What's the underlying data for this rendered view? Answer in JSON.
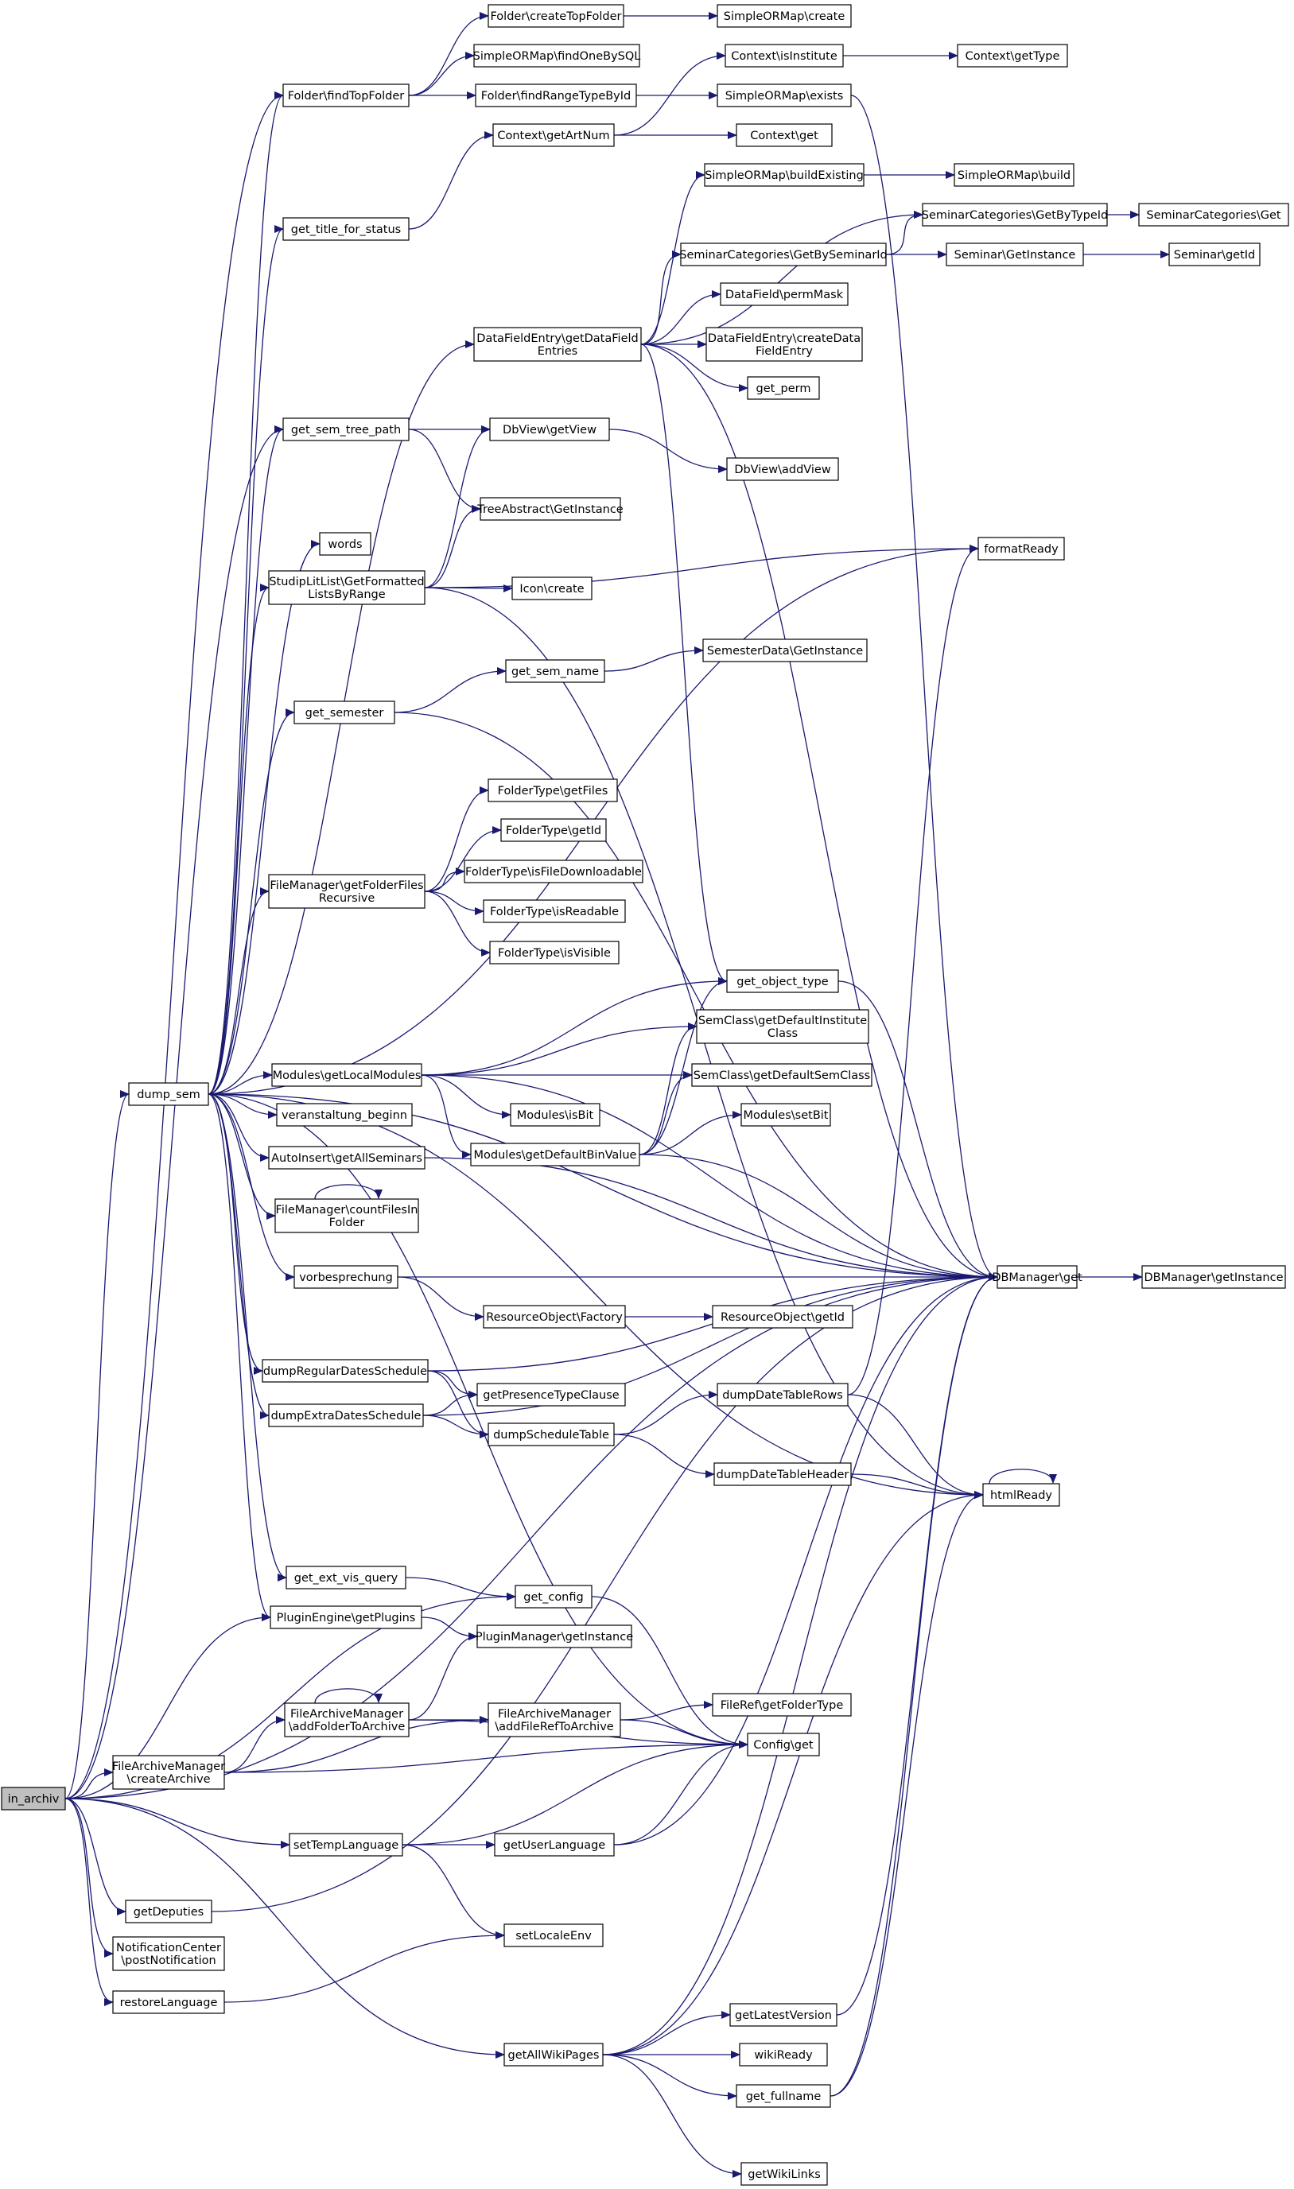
{
  "diagram": {
    "type": "call-graph",
    "root": "in_archiv",
    "nodes": [
      {
        "id": "in_archiv",
        "lines": [
          "in_archiv"
        ]
      },
      {
        "id": "dump_sem",
        "lines": [
          "dump_sem"
        ]
      },
      {
        "id": "FolderFindTop",
        "lines": [
          "Folder\\findTopFolder"
        ]
      },
      {
        "id": "FolderCreateTop",
        "lines": [
          "Folder\\createTopFolder"
        ]
      },
      {
        "id": "SORMcreate",
        "lines": [
          "SimpleORMap\\create"
        ]
      },
      {
        "id": "SORMfindOneBySQL",
        "lines": [
          "SimpleORMap\\findOneBySQL"
        ]
      },
      {
        "id": "FolderFindRange",
        "lines": [
          "Folder\\findRangeTypeById"
        ]
      },
      {
        "id": "SORMexists",
        "lines": [
          "SimpleORMap\\exists"
        ]
      },
      {
        "id": "CtxIsInstitute",
        "lines": [
          "Context\\isInstitute"
        ]
      },
      {
        "id": "CtxGetType",
        "lines": [
          "Context\\getType"
        ]
      },
      {
        "id": "CtxGetArtNum",
        "lines": [
          "Context\\getArtNum"
        ]
      },
      {
        "id": "CtxGet",
        "lines": [
          "Context\\get"
        ]
      },
      {
        "id": "getTitleForStatus",
        "lines": [
          "get_title_for_status"
        ]
      },
      {
        "id": "SORMbuildExisting",
        "lines": [
          "SimpleORMap\\buildExisting"
        ]
      },
      {
        "id": "SORMbuild",
        "lines": [
          "SimpleORMap\\build"
        ]
      },
      {
        "id": "SemCatGetByTypeId",
        "lines": [
          "SeminarCategories\\GetByTypeId"
        ]
      },
      {
        "id": "SemCatGet",
        "lines": [
          "SeminarCategories\\Get"
        ]
      },
      {
        "id": "SemCatGetBySeminarId",
        "lines": [
          "SeminarCategories\\GetBySeminarId"
        ]
      },
      {
        "id": "SeminarGetInstance",
        "lines": [
          "Seminar\\GetInstance"
        ]
      },
      {
        "id": "SeminarGetId",
        "lines": [
          "Seminar\\getId"
        ]
      },
      {
        "id": "DataFieldPermMask",
        "lines": [
          "DataField\\permMask"
        ]
      },
      {
        "id": "DFEgetDataFieldEntries",
        "lines": [
          "DataFieldEntry\\getDataField",
          "Entries"
        ]
      },
      {
        "id": "DFEcreateDataFieldEntry",
        "lines": [
          "DataFieldEntry\\createData",
          "FieldEntry"
        ]
      },
      {
        "id": "getPerm",
        "lines": [
          "get_perm"
        ]
      },
      {
        "id": "getSemTreePath",
        "lines": [
          "get_sem_tree_path"
        ]
      },
      {
        "id": "DbViewGetView",
        "lines": [
          "DbView\\getView"
        ]
      },
      {
        "id": "DbViewAddView",
        "lines": [
          "DbView\\addView"
        ]
      },
      {
        "id": "TreeAbstractGetInstance",
        "lines": [
          "TreeAbstract\\GetInstance"
        ]
      },
      {
        "id": "formatReady",
        "lines": [
          "formatReady"
        ]
      },
      {
        "id": "words",
        "lines": [
          "words"
        ]
      },
      {
        "id": "StudipLitList",
        "lines": [
          "StudipLitList\\GetFormatted",
          "ListsByRange"
        ]
      },
      {
        "id": "IconCreate",
        "lines": [
          "Icon\\create"
        ]
      },
      {
        "id": "SemesterDataGetInstance",
        "lines": [
          "SemesterData\\GetInstance"
        ]
      },
      {
        "id": "getSemName",
        "lines": [
          "get_sem_name"
        ]
      },
      {
        "id": "getSemester",
        "lines": [
          "get_semester"
        ]
      },
      {
        "id": "FolderTypeGetFiles",
        "lines": [
          "FolderType\\getFiles"
        ]
      },
      {
        "id": "FolderTypeGetId",
        "lines": [
          "FolderType\\getId"
        ]
      },
      {
        "id": "FolderTypeIsFileDownloadable",
        "lines": [
          "FolderType\\isFileDownloadable"
        ]
      },
      {
        "id": "FolderTypeIsReadable",
        "lines": [
          "FolderType\\isReadable"
        ]
      },
      {
        "id": "FolderTypeIsVisible",
        "lines": [
          "FolderType\\isVisible"
        ]
      },
      {
        "id": "FMgetFolderFilesRecursive",
        "lines": [
          "FileManager\\getFolderFiles",
          "Recursive"
        ]
      },
      {
        "id": "getObjectType",
        "lines": [
          "get_object_type"
        ]
      },
      {
        "id": "SemClassGetDefaultInstituteClass",
        "lines": [
          "SemClass\\getDefaultInstitute",
          "Class"
        ]
      },
      {
        "id": "SemClassGetDefaultSemClass",
        "lines": [
          "SemClass\\getDefaultSemClass"
        ]
      },
      {
        "id": "ModulesGetLocalModules",
        "lines": [
          "Modules\\getLocalModules"
        ]
      },
      {
        "id": "ModulesIsBit",
        "lines": [
          "Modules\\isBit"
        ]
      },
      {
        "id": "ModulesSetBit",
        "lines": [
          "Modules\\setBit"
        ]
      },
      {
        "id": "ModulesGetDefaultBinValue",
        "lines": [
          "Modules\\getDefaultBinValue"
        ]
      },
      {
        "id": "veranstaltungBeginn",
        "lines": [
          "veranstaltung_beginn"
        ]
      },
      {
        "id": "AutoInsertGetAllSeminars",
        "lines": [
          "AutoInsert\\getAllSeminars"
        ]
      },
      {
        "id": "FMcountFilesInFolder",
        "lines": [
          "FileManager\\countFilesIn",
          "Folder"
        ]
      },
      {
        "id": "vorbesprechung",
        "lines": [
          "vorbesprechung"
        ]
      },
      {
        "id": "DBManagerGet",
        "lines": [
          "DBManager\\get"
        ]
      },
      {
        "id": "DBManagerGetInstance",
        "lines": [
          "DBManager\\getInstance"
        ]
      },
      {
        "id": "ResourceObjectFactory",
        "lines": [
          "ResourceObject\\Factory"
        ]
      },
      {
        "id": "ResourceObjectGetId",
        "lines": [
          "ResourceObject\\getId"
        ]
      },
      {
        "id": "dumpRegularDatesSchedule",
        "lines": [
          "dumpRegularDatesSchedule"
        ]
      },
      {
        "id": "getPresenceTypeClause",
        "lines": [
          "getPresenceTypeClause"
        ]
      },
      {
        "id": "dumpDateTableRows",
        "lines": [
          "dumpDateTableRows"
        ]
      },
      {
        "id": "dumpExtraDatesSchedule",
        "lines": [
          "dumpExtraDatesSchedule"
        ]
      },
      {
        "id": "dumpScheduleTable",
        "lines": [
          "dumpScheduleTable"
        ]
      },
      {
        "id": "dumpDateTableHeader",
        "lines": [
          "dumpDateTableHeader"
        ]
      },
      {
        "id": "htmlReady",
        "lines": [
          "htmlReady"
        ]
      },
      {
        "id": "getExtVisQuery",
        "lines": [
          "get_ext_vis_query"
        ]
      },
      {
        "id": "getConfig",
        "lines": [
          "get_config"
        ]
      },
      {
        "id": "PluginEngineGetPlugins",
        "lines": [
          "PluginEngine\\getPlugins"
        ]
      },
      {
        "id": "PluginManagerGetInstance",
        "lines": [
          "PluginManager\\getInstance"
        ]
      },
      {
        "id": "FAMaddFolderToArchive",
        "lines": [
          "FileArchiveManager",
          "\\addFolderToArchive"
        ]
      },
      {
        "id": "FAMaddFileRefToArchive",
        "lines": [
          "FileArchiveManager",
          "\\addFileRefToArchive"
        ]
      },
      {
        "id": "FileRefGetFolderType",
        "lines": [
          "FileRef\\getFolderType"
        ]
      },
      {
        "id": "ConfigGet",
        "lines": [
          "Config\\get"
        ]
      },
      {
        "id": "FAMcreateArchive",
        "lines": [
          "FileArchiveManager",
          "\\createArchive"
        ]
      },
      {
        "id": "setTempLanguage",
        "lines": [
          "setTempLanguage"
        ]
      },
      {
        "id": "getUserLanguage",
        "lines": [
          "getUserLanguage"
        ]
      },
      {
        "id": "getDeputies",
        "lines": [
          "getDeputies"
        ]
      },
      {
        "id": "setLocaleEnv",
        "lines": [
          "setLocaleEnv"
        ]
      },
      {
        "id": "NotificationCenterPost",
        "lines": [
          "NotificationCenter",
          "\\postNotification"
        ]
      },
      {
        "id": "restoreLanguage",
        "lines": [
          "restoreLanguage"
        ]
      },
      {
        "id": "getLatestVersion",
        "lines": [
          "getLatestVersion"
        ]
      },
      {
        "id": "getAllWikiPages",
        "lines": [
          "getAllWikiPages"
        ]
      },
      {
        "id": "wikiReady",
        "lines": [
          "wikiReady"
        ]
      },
      {
        "id": "getFullname",
        "lines": [
          "get_fullname"
        ]
      },
      {
        "id": "getWikiLinks",
        "lines": [
          "getWikiLinks"
        ]
      }
    ],
    "edges": [
      [
        "in_archiv",
        "dump_sem"
      ],
      [
        "in_archiv",
        "FolderFindTop"
      ],
      [
        "in_archiv",
        "getSemTreePath"
      ],
      [
        "in_archiv",
        "PluginEngineGetPlugins"
      ],
      [
        "in_archiv",
        "getConfig"
      ],
      [
        "in_archiv",
        "FAMcreateArchive"
      ],
      [
        "in_archiv",
        "setTempLanguage"
      ],
      [
        "in_archiv",
        "DBManagerGet"
      ],
      [
        "in_archiv",
        "getDeputies"
      ],
      [
        "in_archiv",
        "NotificationCenterPost"
      ],
      [
        "in_archiv",
        "restoreLanguage"
      ],
      [
        "in_archiv",
        "getAllWikiPages"
      ],
      [
        "dump_sem",
        "FolderFindTop"
      ],
      [
        "dump_sem",
        "getTitleForStatus"
      ],
      [
        "dump_sem",
        "DFEgetDataFieldEntries"
      ],
      [
        "dump_sem",
        "getSemTreePath"
      ],
      [
        "dump_sem",
        "formatReady"
      ],
      [
        "dump_sem",
        "words"
      ],
      [
        "dump_sem",
        "StudipLitList"
      ],
      [
        "dump_sem",
        "getSemester"
      ],
      [
        "dump_sem",
        "DBManagerGet"
      ],
      [
        "dump_sem",
        "FMgetFolderFilesRecursive"
      ],
      [
        "dump_sem",
        "ModulesGetLocalModules"
      ],
      [
        "dump_sem",
        "veranstaltungBeginn"
      ],
      [
        "dump_sem",
        "AutoInsertGetAllSeminars"
      ],
      [
        "dump_sem",
        "FMcountFilesInFolder"
      ],
      [
        "dump_sem",
        "vorbesprechung"
      ],
      [
        "dump_sem",
        "dumpRegularDatesSchedule"
      ],
      [
        "dump_sem",
        "dumpExtraDatesSchedule"
      ],
      [
        "dump_sem",
        "htmlReady"
      ],
      [
        "dump_sem",
        "ConfigGet"
      ],
      [
        "dump_sem",
        "getExtVisQuery"
      ],
      [
        "dump_sem",
        "PluginEngineGetPlugins"
      ],
      [
        "FolderFindTop",
        "FolderCreateTop"
      ],
      [
        "FolderFindTop",
        "SORMfindOneBySQL"
      ],
      [
        "FolderFindTop",
        "FolderFindRange"
      ],
      [
        "FolderCreateTop",
        "SORMcreate"
      ],
      [
        "FolderFindRange",
        "SORMexists"
      ],
      [
        "SORMexists",
        "DBManagerGet"
      ],
      [
        "CtxGetArtNum",
        "CtxIsInstitute"
      ],
      [
        "CtxGetArtNum",
        "CtxGet"
      ],
      [
        "CtxIsInstitute",
        "CtxGetType"
      ],
      [
        "getTitleForStatus",
        "CtxGetArtNum"
      ],
      [
        "DFEgetDataFieldEntries",
        "SORMbuildExisting"
      ],
      [
        "DFEgetDataFieldEntries",
        "SemCatGetByTypeId"
      ],
      [
        "DFEgetDataFieldEntries",
        "SemCatGetBySeminarId"
      ],
      [
        "DFEgetDataFieldEntries",
        "DataFieldPermMask"
      ],
      [
        "DFEgetDataFieldEntries",
        "DFEcreateDataFieldEntry"
      ],
      [
        "DFEgetDataFieldEntries",
        "getPerm"
      ],
      [
        "DFEgetDataFieldEntries",
        "DBManagerGet"
      ],
      [
        "DFEgetDataFieldEntries",
        "getObjectType"
      ],
      [
        "SORMbuildExisting",
        "SORMbuild"
      ],
      [
        "SemCatGetByTypeId",
        "SemCatGet"
      ],
      [
        "SemCatGetBySeminarId",
        "SemCatGetByTypeId"
      ],
      [
        "SemCatGetBySeminarId",
        "SeminarGetInstance"
      ],
      [
        "SeminarGetInstance",
        "SeminarGetId"
      ],
      [
        "getSemTreePath",
        "DbViewGetView"
      ],
      [
        "getSemTreePath",
        "TreeAbstractGetInstance"
      ],
      [
        "DbViewGetView",
        "DbViewAddView"
      ],
      [
        "StudipLitList",
        "DbViewGetView"
      ],
      [
        "StudipLitList",
        "TreeAbstractGetInstance"
      ],
      [
        "StudipLitList",
        "formatReady"
      ],
      [
        "StudipLitList",
        "IconCreate"
      ],
      [
        "StudipLitList",
        "htmlReady"
      ],
      [
        "getSemester",
        "getSemName"
      ],
      [
        "getSemester",
        "DBManagerGet"
      ],
      [
        "getSemName",
        "SemesterDataGetInstance"
      ],
      [
        "FMgetFolderFilesRecursive",
        "FolderTypeGetFiles"
      ],
      [
        "FMgetFolderFilesRecursive",
        "FolderTypeGetId"
      ],
      [
        "FMgetFolderFilesRecursive",
        "FolderTypeIsFileDownloadable"
      ],
      [
        "FMgetFolderFilesRecursive",
        "FolderTypeIsReadable"
      ],
      [
        "FMgetFolderFilesRecursive",
        "FolderTypeIsVisible"
      ],
      [
        "ModulesGetLocalModules",
        "getObjectType"
      ],
      [
        "ModulesGetLocalModules",
        "SemClassGetDefaultInstituteClass"
      ],
      [
        "ModulesGetLocalModules",
        "SemClassGetDefaultSemClass"
      ],
      [
        "ModulesGetLocalModules",
        "ModulesIsBit"
      ],
      [
        "ModulesGetLocalModules",
        "ModulesGetDefaultBinValue"
      ],
      [
        "ModulesGetLocalModules",
        "DBManagerGet"
      ],
      [
        "ModulesGetDefaultBinValue",
        "getObjectType"
      ],
      [
        "ModulesGetDefaultBinValue",
        "SemClassGetDefaultInstituteClass"
      ],
      [
        "ModulesGetDefaultBinValue",
        "SemClassGetDefaultSemClass"
      ],
      [
        "ModulesGetDefaultBinValue",
        "ModulesSetBit"
      ],
      [
        "ModulesGetDefaultBinValue",
        "DBManagerGet"
      ],
      [
        "getObjectType",
        "DBManagerGet"
      ],
      [
        "AutoInsertGetAllSeminars",
        "DBManagerGet"
      ],
      [
        "FMcountFilesInFolder",
        "FMcountFilesInFolder"
      ],
      [
        "vorbesprechung",
        "DBManagerGet"
      ],
      [
        "vorbesprechung",
        "ResourceObjectFactory"
      ],
      [
        "ResourceObjectFactory",
        "ResourceObjectGetId"
      ],
      [
        "DBManagerGet",
        "DBManagerGetInstance"
      ],
      [
        "dumpRegularDatesSchedule",
        "DBManagerGet"
      ],
      [
        "dumpRegularDatesSchedule",
        "getPresenceTypeClause"
      ],
      [
        "dumpRegularDatesSchedule",
        "dumpScheduleTable"
      ],
      [
        "dumpExtraDatesSchedule",
        "getPresenceTypeClause"
      ],
      [
        "dumpExtraDatesSchedule",
        "dumpScheduleTable"
      ],
      [
        "dumpExtraDatesSchedule",
        "DBManagerGet"
      ],
      [
        "dumpScheduleTable",
        "dumpDateTableRows"
      ],
      [
        "dumpScheduleTable",
        "dumpDateTableHeader"
      ],
      [
        "dumpDateTableRows",
        "formatReady"
      ],
      [
        "dumpDateTableRows",
        "htmlReady"
      ],
      [
        "dumpDateTableHeader",
        "htmlReady"
      ],
      [
        "htmlReady",
        "htmlReady"
      ],
      [
        "getExtVisQuery",
        "getConfig"
      ],
      [
        "getConfig",
        "ConfigGet"
      ],
      [
        "PluginEngineGetPlugins",
        "PluginManagerGetInstance"
      ],
      [
        "FAMaddFolderToArchive",
        "FAMaddFolderToArchive"
      ],
      [
        "FAMaddFolderToArchive",
        "PluginManagerGetInstance"
      ],
      [
        "FAMaddFolderToArchive",
        "FAMaddFileRefToArchive"
      ],
      [
        "FAMaddFolderToArchive",
        "ConfigGet"
      ],
      [
        "FAMaddFileRefToArchive",
        "FileRefGetFolderType"
      ],
      [
        "FAMaddFileRefToArchive",
        "ConfigGet"
      ],
      [
        "FAMcreateArchive",
        "FAMaddFolderToArchive"
      ],
      [
        "FAMcreateArchive",
        "FAMaddFileRefToArchive"
      ],
      [
        "FAMcreateArchive",
        "ConfigGet"
      ],
      [
        "setTempLanguage",
        "ConfigGet"
      ],
      [
        "setTempLanguage",
        "getUserLanguage"
      ],
      [
        "setTempLanguage",
        "setLocaleEnv"
      ],
      [
        "getUserLanguage",
        "ConfigGet"
      ],
      [
        "getUserLanguage",
        "DBManagerGet"
      ],
      [
        "getDeputies",
        "DBManagerGet"
      ],
      [
        "restoreLanguage",
        "setLocaleEnv"
      ],
      [
        "getAllWikiPages",
        "getLatestVersion"
      ],
      [
        "getAllWikiPages",
        "wikiReady"
      ],
      [
        "getAllWikiPages",
        "getFullname"
      ],
      [
        "getAllWikiPages",
        "getWikiLinks"
      ],
      [
        "getAllWikiPages",
        "DBManagerGet"
      ],
      [
        "getAllWikiPages",
        "htmlReady"
      ],
      [
        "getLatestVersion",
        "DBManagerGet"
      ],
      [
        "getFullname",
        "DBManagerGet"
      ],
      [
        "getFullname",
        "htmlReady"
      ]
    ]
  }
}
